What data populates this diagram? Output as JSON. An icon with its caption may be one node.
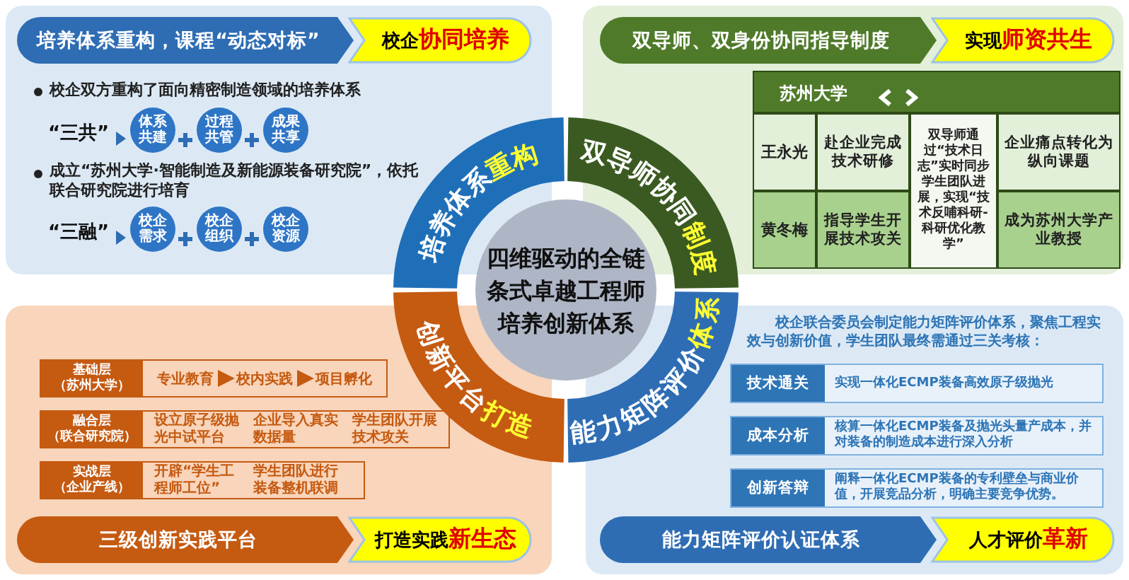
{
  "diagram": {
    "nodes": [
      {
        "text": [
          "培养体系重构，课程“动态对标”"
        ]
      },
      {
        "text": [
          "校企**协同培养**"
        ]
      },
      {
        "text": [
          "体系共建"
        ]
      },
      {
        "text": [
          "过程共管"
        ]
      },
      {
        "text": [
          "成果共享"
        ]
      },
      {
        "text": [
          "校企需求"
        ]
      },
      {
        "text": [
          "校企组织"
        ]
      },
      {
        "text": [
          "校企资源"
        ]
      },
      {
        "text": [
          "双导师、双身份协同指导制度"
        ]
      },
      {
        "text": [
          "实现**师资共生**"
        ]
      },
      {
        "text": [
          "四维驱动的全链条式卓越工程师培养创新体系"
        ]
      },
      {
        "text": [
          "培养体系**重构**"
        ]
      },
      {
        "text": [
          "双导师协同**制度**"
        ]
      },
      {
        "text": [
          "创新平台**打造**"
        ]
      },
      {
        "text": [
          "能力矩阵评价**体系**"
        ]
      },
      {
        "text": [
          "基础层（苏州大学）"
        ]
      },
      {
        "text": [
          "专业教育"
        ],
        "in": 15
      },
      {
        "text": [
          "校内实践"
        ],
        "in": 15
      },
      {
        "text": [
          "项目孵化"
        ],
        "in": 15
      },
      {
        "text": [
          "融合层（联合研究院）",
          "设立原子级抛光中试平台",
          "企业导入真实数据量",
          "学生团队开展技术攻关"
        ]
      },
      {
        "text": [
          "实战层（企业产线）",
          "开辟“学生工程师工位”",
          "学生团队进行装备整机联调"
        ]
      },
      {
        "text": [
          "三级创新实践平台"
        ]
      },
      {
        "text": [
          "打造实践**新生态**"
        ]
      },
      {
        "text": [
          "技术通关",
          "实现一体化ECMP装备高效原子级抛光"
        ]
      },
      {
        "text": [
          "成本分析",
          "核算一体化ECMP装备及抛光头量产成本，并对装备的制造成本进行深入分析"
        ]
      },
      {
        "text": [
          "创新答辩",
          "阐释一体化ECMP装备的专利壁垒与商业价值，开展竞品分析，明确主要竞争优势。"
        ]
      },
      {
        "text": [
          "能力矩阵评价认证体系"
        ]
      },
      {
        "text": [
          "人才评价**革新**"
        ]
      }
    ],
    "edges": [
      {
        "from": 16,
        "to": 17,
        "arrow": "to"
      },
      {
        "from": 17,
        "to": 18,
        "arrow": "to"
      }
    ],
    "labels": [
      "校企双方重构了面向精密制造领域的培养体系",
      "“三共”",
      "成立“苏州大学·智能制造及新能源装备研究院”，依托联合研究院进行培育",
      "“三融”",
      "苏州大学",
      "王永光",
      "赴企业完成技术研修",
      "双导师通过“技术日志”实时同步学生团队进展，实现“技术反哺科研-科研优化教学”",
      "企业痛点转化为纵向课题",
      "黄冬梅",
      "指导学生开展技术攻关",
      "成为苏州大学产业教授",
      "校企联合委员会制定能力矩阵评价体系，聚焦工程实效与创新价值，学生团队最终需通过三关考核："
    ]
  }
}
